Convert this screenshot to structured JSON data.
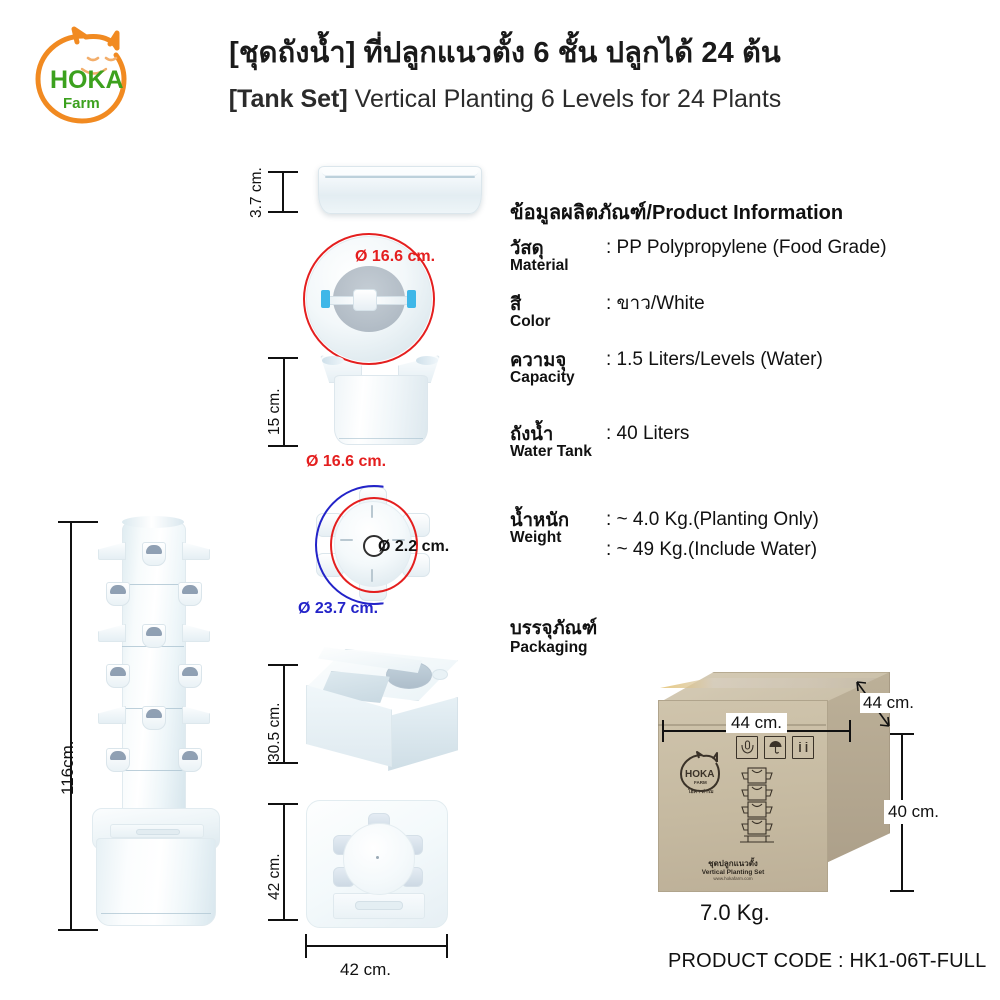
{
  "brand": {
    "name": "HOKA",
    "sub": "Farm",
    "logo_orange": "#F18A21",
    "logo_green": "#3CA11E"
  },
  "header": {
    "title_th": "[ชุดถังน้ำ] ที่ปลูกแนวตั้ง 6 ชั้น ปลูกได้ 24 ต้น",
    "title_en_bold": "[Tank Set]",
    "title_en_rest": " Vertical Planting 6 Levels for 24 Plants"
  },
  "product_info": {
    "heading": "ข้อมูลผลิตภัณฑ์/Product Information",
    "rows": [
      {
        "label_th": "วัสดุ",
        "label_en": "Material",
        "value": ": PP Polypropylene (Food Grade)"
      },
      {
        "label_th": "สี",
        "label_en": "Color",
        "value": ": ขาว/White"
      },
      {
        "label_th": "ความจุ",
        "label_en": "Capacity",
        "value": ": 1.5 Liters/Levels (Water)"
      },
      {
        "label_th": "ถังน้ำ",
        "label_en": "Water Tank",
        "value": ": 40 Liters"
      },
      {
        "label_th": "น้ำหนัก",
        "label_en": "Weight",
        "value": ": ~ 4.0 Kg.(Planting Only)",
        "value2": ": ~ 49 Kg.(Include Water)"
      }
    ],
    "packaging_th": "บรรจุภัณฑ์",
    "packaging_en": "Packaging"
  },
  "dimensions": {
    "lid_height": "3.7 cm.",
    "lid_diameter": "Ø 16.6 cm.",
    "pot_height": "15 cm.",
    "pot_diameter_inner": "Ø 16.6 cm.",
    "pot_hole": "Ø 2.2 cm.",
    "pot_diameter_outer": "Ø 23.7 cm.",
    "tower_total_height": "116cm.",
    "tank_height": "30.5 cm.",
    "tank_side": "42 cm.",
    "tank_width": "42 cm."
  },
  "packaging": {
    "box_width": "44 cm.",
    "box_depth": "44 cm.",
    "box_height": "40 cm.",
    "gross_weight": "7.0 Kg.",
    "product_code": "PRODUCT CODE : HK1-06T-FULL",
    "box_label_th": "ชุดปลูกแนวตั้ง",
    "box_label_en": "Vertical Planting Set",
    "box_label_url": "www.hokafarm.com",
    "box_icons": [
      "fragile-icon",
      "keep-dry-umbrella-icon",
      "this-side-up-icon"
    ]
  },
  "colors": {
    "annotation_red": "#E41F1F",
    "annotation_blue": "#2323C8",
    "text": "#111111",
    "carton": "#C5B9A0"
  }
}
